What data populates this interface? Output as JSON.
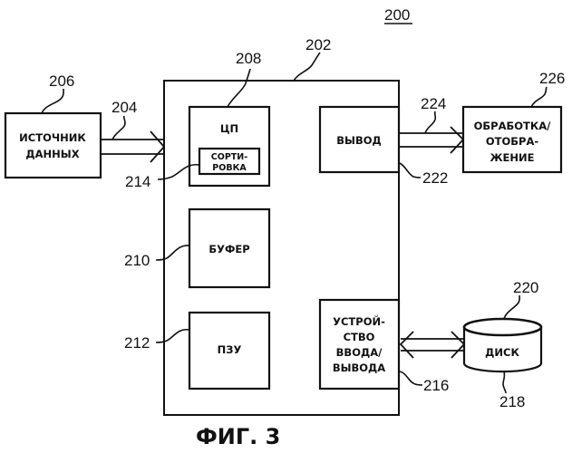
{
  "figure": {
    "caption": "ФИГ. 3",
    "number": "200"
  },
  "blocks": {
    "system": {
      "ref": "202"
    },
    "data_source": {
      "ref": "206",
      "lines": [
        "ИСТОЧНИК",
        "ДАННЫХ"
      ]
    },
    "cpu": {
      "ref": "208",
      "lines": [
        "ЦП"
      ]
    },
    "sort": {
      "ref": "214",
      "lines": [
        "СОРТИ-",
        "РОВКА"
      ]
    },
    "buffer": {
      "ref": "210",
      "lines": [
        "БУФЕР"
      ]
    },
    "rom": {
      "ref": "212",
      "lines": [
        "ПЗУ"
      ]
    },
    "output": {
      "ref": "222",
      "lines": [
        "ВЫВОД"
      ]
    },
    "io_device": {
      "ref": "216",
      "lines": [
        "УСТРОЙ-",
        "СТВО",
        "ВВОДА/",
        "ВЫВОДА"
      ]
    },
    "processing": {
      "ref": "226",
      "lines": [
        "ОБРАБОТКА/",
        "ОТОБРА-",
        "ЖЕНИЕ"
      ]
    },
    "disk": {
      "ref": "220",
      "ref2": "218",
      "lines": [
        "ДИСК"
      ]
    }
  },
  "connections": {
    "input_bus": {
      "ref": "204"
    },
    "output_bus": {
      "ref": "224"
    }
  }
}
